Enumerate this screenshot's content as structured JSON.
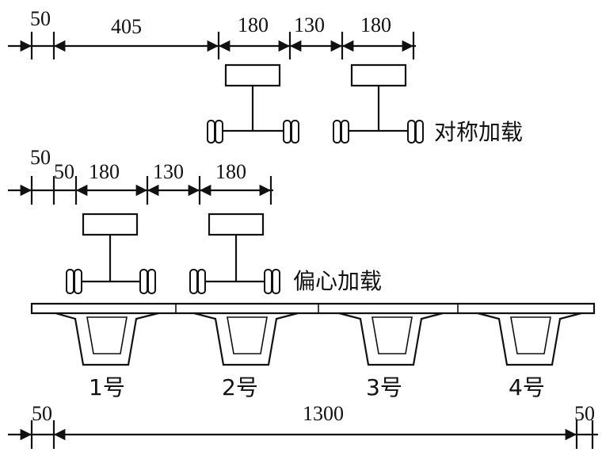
{
  "symmetric": {
    "dims": [
      "50",
      "405",
      "180",
      "130",
      "180"
    ],
    "label": "对称加载"
  },
  "eccentric": {
    "dims": [
      "50",
      "50",
      "180",
      "130",
      "180"
    ],
    "label": "偏心加载"
  },
  "girders": [
    "1号",
    "2号",
    "3号",
    "4号"
  ],
  "bottom": {
    "dims": [
      "50",
      "1300",
      "50"
    ]
  }
}
